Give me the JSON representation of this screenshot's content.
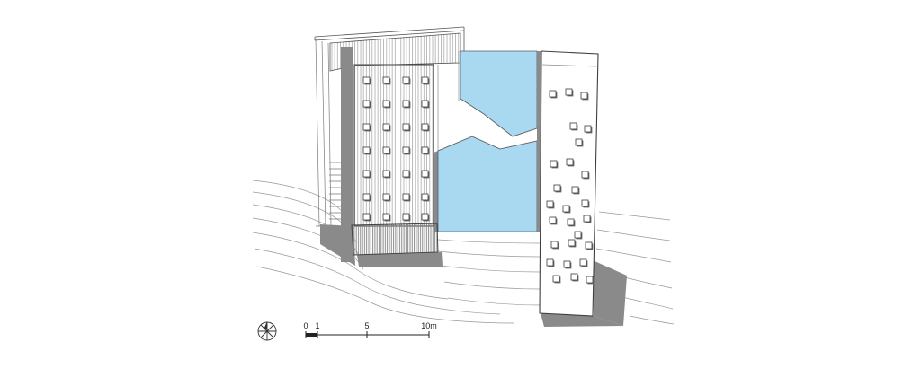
{
  "scale_bar": {
    "labels": {
      "start": "0",
      "one": "1",
      "mid": "5",
      "end": "10m"
    }
  },
  "icons": {
    "north_arrow": "compass-rose"
  },
  "colors": {
    "pool": "#a9d9f0",
    "pool_edge": "#51606b",
    "shadow": "#8a8a8a",
    "shadow_dark": "#6e6e6e",
    "outline": "#3f3f3f",
    "contour": "#999999"
  }
}
